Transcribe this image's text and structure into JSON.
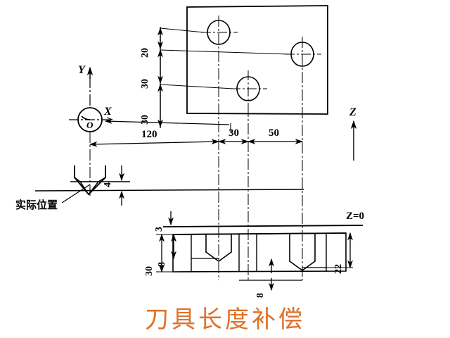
{
  "page": {
    "title_cn": "刀具长度补偿",
    "title_color": "#e0712a",
    "background": "#ffffff",
    "line_color": "#000000"
  },
  "axes": {
    "y_label": "Y",
    "x_label": "X",
    "z_label": "Z",
    "origin_label": "O",
    "z_zero_label": "Z=0"
  },
  "annotations": {
    "actual_position_cn": "实际位置"
  },
  "plan_view": {
    "vertical_dims": [
      {
        "value": "20"
      },
      {
        "value": "30"
      },
      {
        "value": "30"
      }
    ],
    "horizontal_dims": [
      {
        "value": "120"
      },
      {
        "value": "30"
      },
      {
        "value": "50"
      }
    ],
    "holes": [
      {
        "id": "hole-top-left"
      },
      {
        "id": "hole-right"
      },
      {
        "id": "hole-center"
      }
    ]
  },
  "tool_view": {
    "offset_dim": "4"
  },
  "section_view": {
    "dims": {
      "clearance": "3",
      "depth_small": "8",
      "total_height": "30",
      "right_height": "22",
      "bottom_width": "8"
    }
  }
}
